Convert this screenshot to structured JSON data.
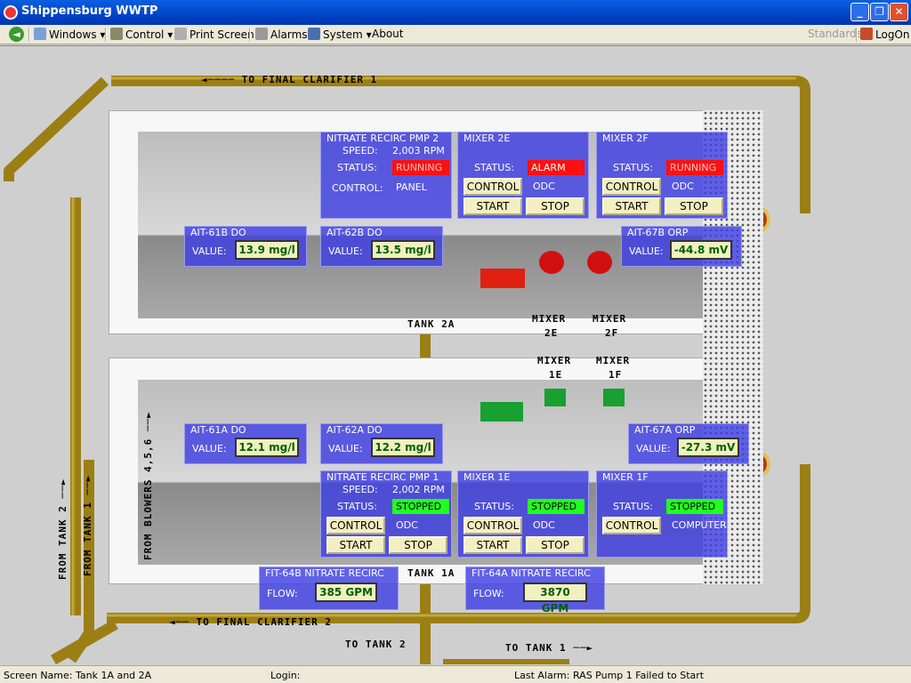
{
  "window": {
    "title": "Shippensburg WWTP"
  },
  "menu": {
    "windows": "Windows",
    "control": "Control",
    "print": "Print Screen",
    "alarms": "Alarms",
    "system": "System",
    "about": "About",
    "standards": "Standards",
    "logon": "LogOn"
  },
  "labels": {
    "to_final_clarifier_1": "◄──── TO FINAL CLARIFIER 1",
    "to_final_clarifier_2": "◄── TO FINAL CLARIFIER 2",
    "to_tank_2": "TO TANK 2",
    "to_tank_1": "TO TANK 1 ──►",
    "tank_2a": "TANK 2A",
    "tank_1a": "TANK 1A",
    "mixer_2e_line1": "MIXER",
    "mixer_2e_line2": "2E",
    "mixer_2f_line1": "MIXER",
    "mixer_2f_line2": "2F",
    "mixer_1e_line1": "MIXER",
    "mixer_1e_line2": "1E",
    "mixer_1f_line1": "MIXER",
    "mixer_1f_line2": "1F",
    "from_tank_2": "FROM TANK 2 ──►",
    "from_tank_1": "FROM TANK 1 ──►",
    "from_blowers": "FROM BLOWERS 4,5,6 ──►"
  },
  "common": {
    "speed": "SPEED:",
    "status": "STATUS:",
    "control": "CONTROL:",
    "value": "VALUE:",
    "flow": "FLOW:",
    "btn_control": "CONTROL",
    "btn_start": "START",
    "btn_stop": "STOP"
  },
  "pump2": {
    "title": "NITRATE RECIRC PMP 2",
    "speed": "2,003 RPM",
    "status": "RUNNING",
    "control": "PANEL"
  },
  "pump1": {
    "title": "NITRATE RECIRC PMP 1",
    "speed": "2,002 RPM",
    "status": "STOPPED",
    "control": "ODC"
  },
  "mixer2e": {
    "title": "MIXER 2E",
    "status": "ALARM",
    "control": "ODC"
  },
  "mixer2f": {
    "title": "MIXER 2F",
    "status": "RUNNING",
    "control": "ODC"
  },
  "mixer1e": {
    "title": "MIXER 1E",
    "status": "STOPPED",
    "control": "ODC"
  },
  "mixer1f": {
    "title": "MIXER 1F",
    "status": "STOPPED",
    "control": "COMPUTER"
  },
  "ait61b": {
    "title": "AIT-61B DO",
    "value": "13.9 mg/l"
  },
  "ait62b": {
    "title": "AIT-62B DO",
    "value": "13.5 mg/l"
  },
  "ait67b": {
    "title": "AIT-67B ORP",
    "value": "-44.8 mV"
  },
  "ait61a": {
    "title": "AIT-61A DO",
    "value": "12.1 mg/l"
  },
  "ait62a": {
    "title": "AIT-62A DO",
    "value": "12.2 mg/l"
  },
  "ait67a": {
    "title": "AIT-67A ORP",
    "value": "-27.3 mV"
  },
  "fit64b": {
    "title": "FIT-64B NITRATE RECIRC",
    "flow": "385 GPM"
  },
  "fit64a": {
    "title": "FIT-64A NITRATE RECIRC",
    "flow": "3870 GPM"
  },
  "status": {
    "screen_name": "Screen Name: Tank 1A and 2A",
    "login": "Login:",
    "last_alarm": "Last Alarm: RAS Pump 1 Failed to Start"
  },
  "colors": {
    "pipe": "#a88a1a",
    "panel": "#4040e4",
    "running": "#ff1010",
    "stopped": "#20ff20"
  }
}
